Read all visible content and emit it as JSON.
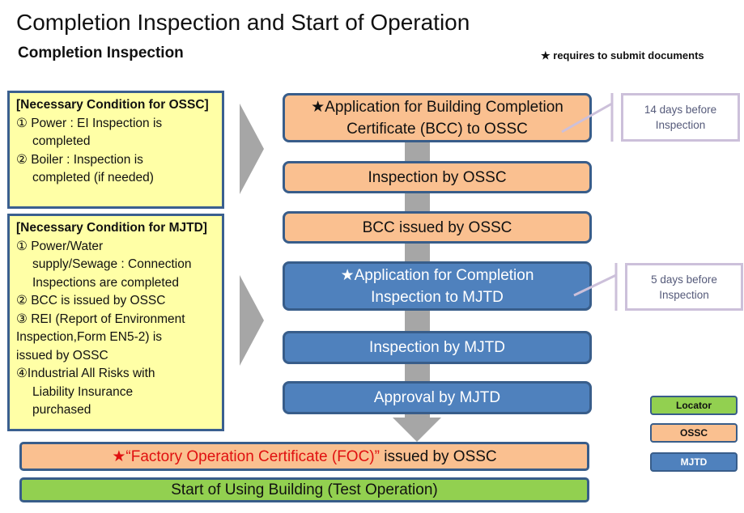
{
  "title": "Completion Inspection and Start of Operation",
  "subtitle": "Completion Inspection",
  "note": "★ requires to submit documents",
  "ossc_conditions": {
    "heading": "[Necessary Condition for OSSC]",
    "items": [
      "① Power : EI Inspection is",
      "completed",
      "② Boiler : Inspection is",
      "completed (if needed)"
    ]
  },
  "mjtd_conditions": {
    "heading": "[Necessary Condition for MJTD]",
    "items": [
      "① Power/Water",
      "supply/Sewage : Connection",
      "Inspections are completed",
      "② BCC is issued by OSSC",
      "③ REI (Report of Environment",
      "Inspection,Form EN5-2) is",
      "issued by OSSC",
      "④Industrial All Risks with",
      "Liability Insurance",
      "purchased"
    ]
  },
  "steps": [
    {
      "line1": "★Application for Building Completion",
      "line2": "Certificate (BCC) to OSSC"
    },
    {
      "line1": "Inspection by OSSC"
    },
    {
      "line1": "BCC issued by OSSC"
    },
    {
      "line1": "★Application for Completion",
      "line2": "Inspection to MJTD"
    },
    {
      "line1": "Inspection by MJTD"
    },
    {
      "line1": "Approval by MJTD"
    }
  ],
  "callouts": [
    {
      "line1": "14 days before",
      "line2": "Inspection"
    },
    {
      "line1": "5 days before",
      "line2": "Inspection"
    }
  ],
  "foc": {
    "star": "★",
    "red_text": "“Factory Operation Certificate (FOC)”",
    "rest": " issued by OSSC"
  },
  "start": "Start of Using Building (Test Operation)",
  "legend": [
    {
      "label": "Locator",
      "color": "#92d050"
    },
    {
      "label": "OSSC",
      "color": "#fac090"
    },
    {
      "label": "MJTD",
      "color": "#4f81bd"
    }
  ]
}
